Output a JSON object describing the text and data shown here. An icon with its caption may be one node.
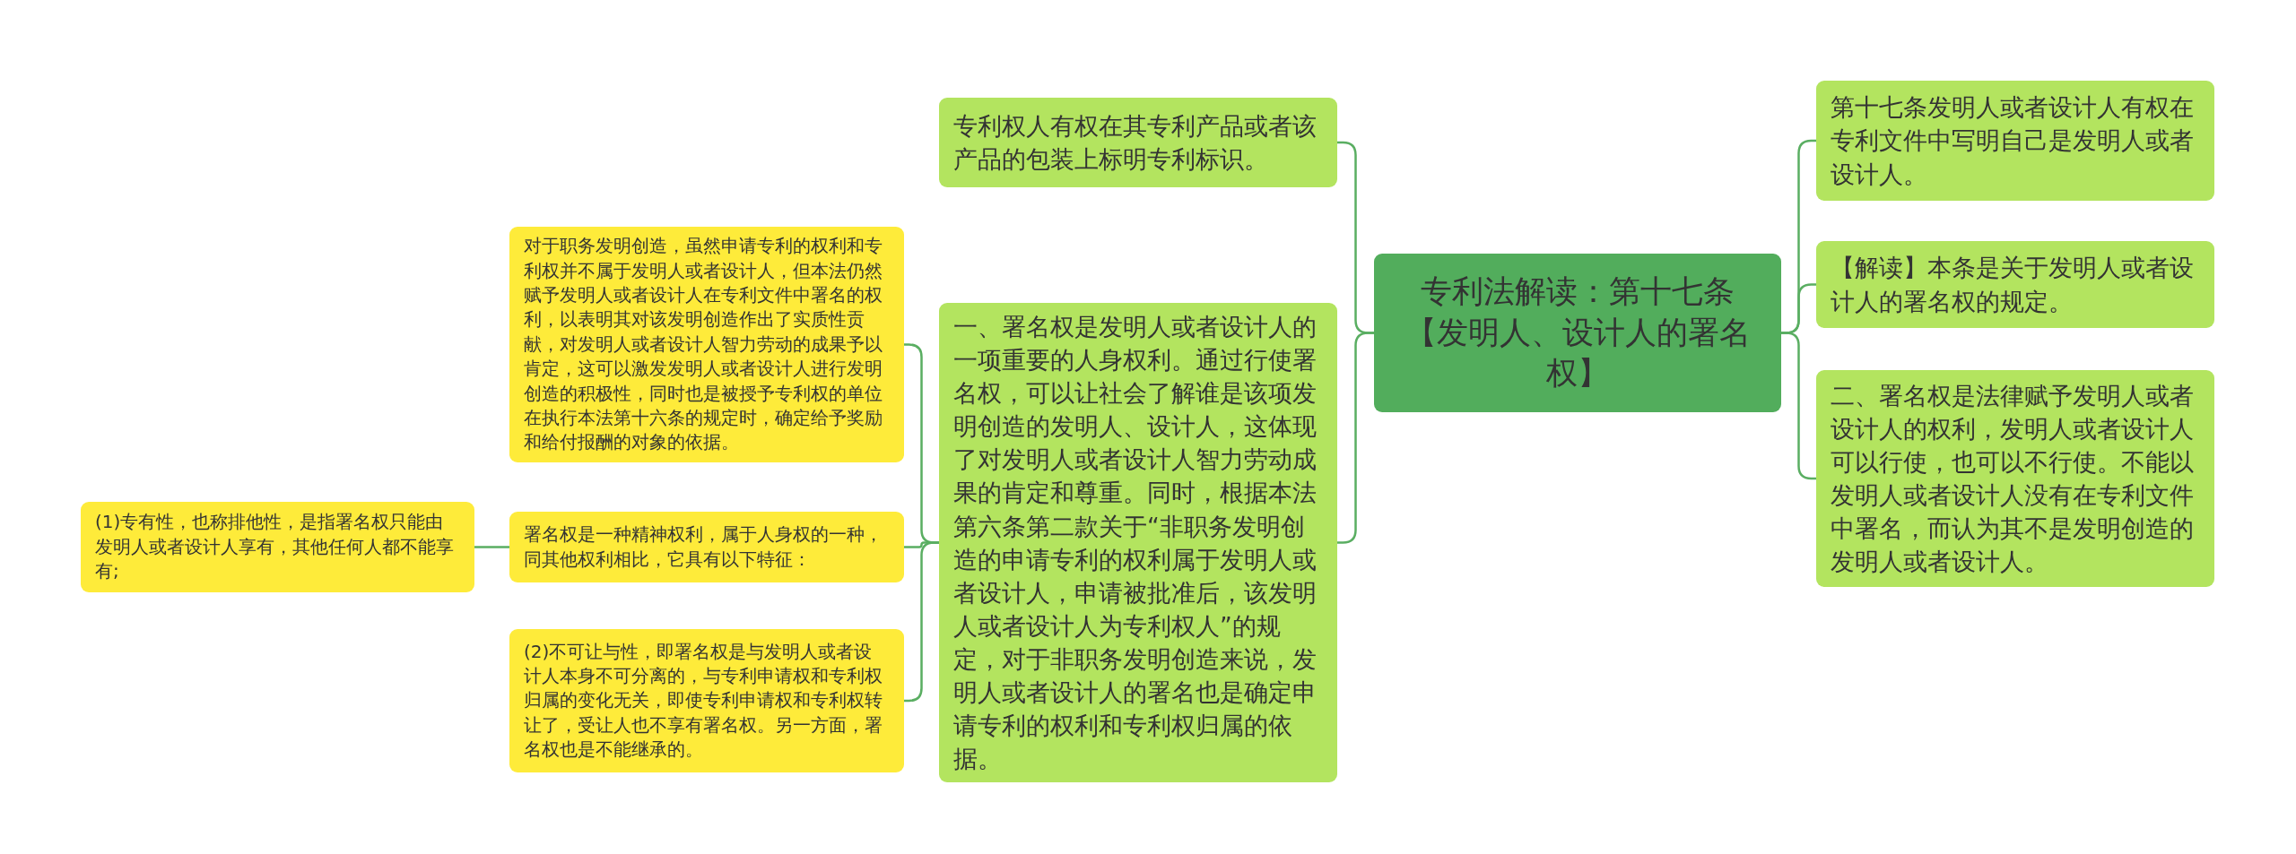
{
  "diagram": {
    "nodes": [
      {
        "text": [
          "专利法解读：第十七条【发明人、设计人的署名权】"
        ]
      },
      {
        "text": [
          "第十七条发明人或者设计人有权在专利文件中写明自己是发明人或者设计人。"
        ]
      },
      {
        "text": [
          "【解读】本条是关于发明人或者设计人的署名权的规定。"
        ]
      },
      {
        "text": [
          "二、署名权是法律赋予发明人或者设计人的权利，发明人或者设计人可以行使，也可以不行使。不能以发明人或者设计人没有在专利文件中署名，而认为其不是发明创造的发明人或者设计人。"
        ]
      },
      {
        "text": [
          "专利权人有权在其专利产品或者该产品的包装上标明专利标识。"
        ]
      },
      {
        "text": [
          "一、署名权是发明人或者设计人的一项重要的人身权利。通过行使署名权，可以让社会了解谁是该项发明创造的发明人、设计人，这体现了对发明人或者设计人智力劳动成果的肯定和尊重。同时，根据本法第六条第二款关于“非职务发明创造的申请专利的权利属于发明人或者设计人，申请被批准后，该发明人或者设计人为专利权人”的规定，对于非职务发明创造来说，发明人或者设计人的署名也是确定申请专利的权利和专利权归属的依据。"
        ]
      },
      {
        "text": [
          "对于职务发明创造，虽然申请专利的权利和专利权并不属于发明人或者设计人，但本法仍然赋予发明人或者设计人在专利文件中署名的权利，以表明其对该发明创造作出了实质性贡献，对发明人或者设计人智力劳动的成果予以肯定，这可以激发发明人或者设计人进行发明创造的积极性，同时也是被授予专利权的单位在执行本法第十六条的规定时，确定给予奖励和给付报酬的对象的依据。"
        ]
      },
      {
        "text": [
          "署名权是一种精神权利，属于人身权的一种，同其他权利相比，它具有以下特征："
        ]
      },
      {
        "text": [
          "(2)不可让与性，即署名权是与发明人或者设计人本身不可分离的，与专利申请权和专利权归属的变化无关，即使专利申请权和专利权转让了，受让人也不享有署名权。另一方面，署名权也是不能继承的。"
        ]
      },
      {
        "text": [
          "(1)专有性，也称排他性，是指署名权只能由发明人或者设计人享有，其他任何人都不能享有;"
        ]
      }
    ],
    "edges": [
      {
        "from": 0,
        "to": 1,
        "arrow": "none"
      },
      {
        "from": 0,
        "to": 2,
        "arrow": "none"
      },
      {
        "from": 0,
        "to": 3,
        "arrow": "none"
      },
      {
        "from": 0,
        "to": 4,
        "arrow": "none"
      },
      {
        "from": 0,
        "to": 5,
        "arrow": "none"
      },
      {
        "from": 5,
        "to": 6,
        "arrow": "none"
      },
      {
        "from": 5,
        "to": 7,
        "arrow": "none"
      },
      {
        "from": 5,
        "to": 8,
        "arrow": "none"
      },
      {
        "from": 7,
        "to": 9,
        "arrow": "none"
      }
    ]
  }
}
